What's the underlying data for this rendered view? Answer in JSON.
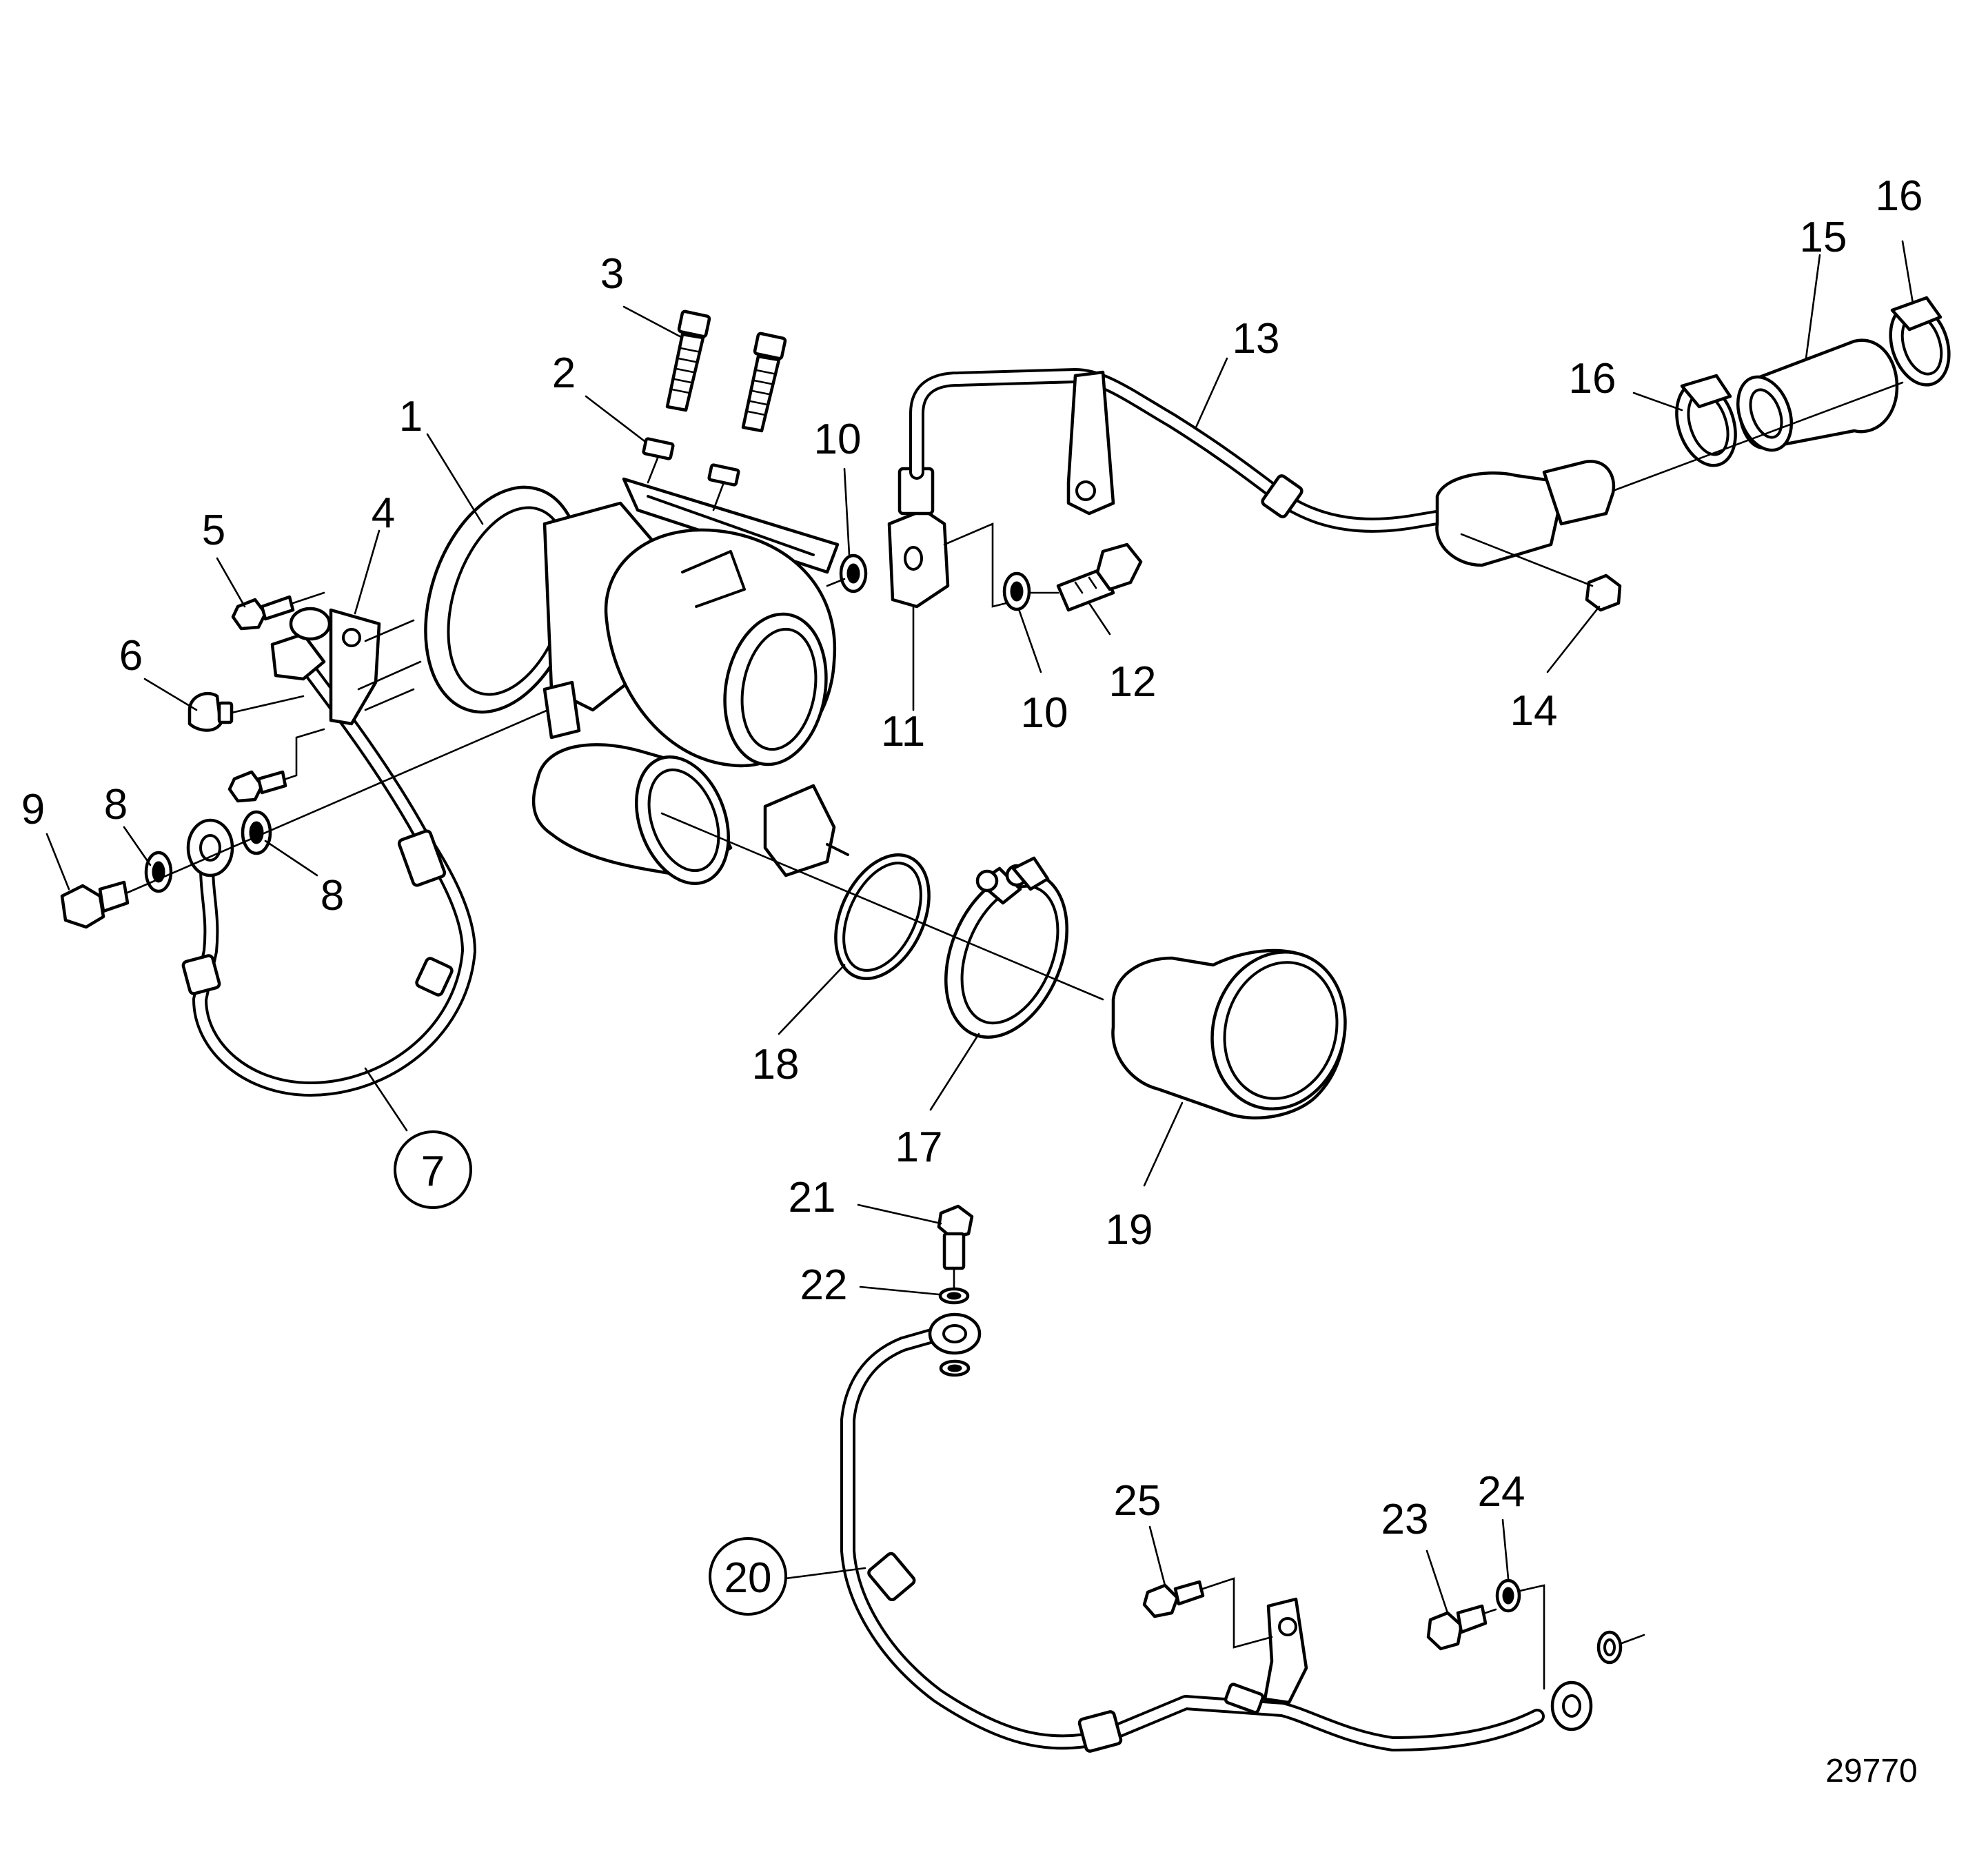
{
  "figure_number": "29770",
  "callouts": [
    {
      "id": "1",
      "text": "1"
    },
    {
      "id": "2",
      "text": "2"
    },
    {
      "id": "3",
      "text": "3"
    },
    {
      "id": "4",
      "text": "4"
    },
    {
      "id": "5",
      "text": "5"
    },
    {
      "id": "6",
      "text": "6"
    },
    {
      "id": "7",
      "text": "7",
      "circled": true
    },
    {
      "id": "8a",
      "text": "8"
    },
    {
      "id": "8b",
      "text": "8"
    },
    {
      "id": "9",
      "text": "9"
    },
    {
      "id": "10a",
      "text": "10"
    },
    {
      "id": "10b",
      "text": "10"
    },
    {
      "id": "11",
      "text": "11"
    },
    {
      "id": "12",
      "text": "12"
    },
    {
      "id": "13",
      "text": "13"
    },
    {
      "id": "14",
      "text": "14"
    },
    {
      "id": "15",
      "text": "15"
    },
    {
      "id": "16a",
      "text": "16"
    },
    {
      "id": "16b",
      "text": "16"
    },
    {
      "id": "17",
      "text": "17"
    },
    {
      "id": "18",
      "text": "18"
    },
    {
      "id": "19",
      "text": "19"
    },
    {
      "id": "20",
      "text": "20",
      "circled": true
    },
    {
      "id": "21",
      "text": "21"
    },
    {
      "id": "22",
      "text": "22"
    },
    {
      "id": "23",
      "text": "23"
    },
    {
      "id": "24",
      "text": "24"
    },
    {
      "id": "25",
      "text": "25"
    }
  ]
}
